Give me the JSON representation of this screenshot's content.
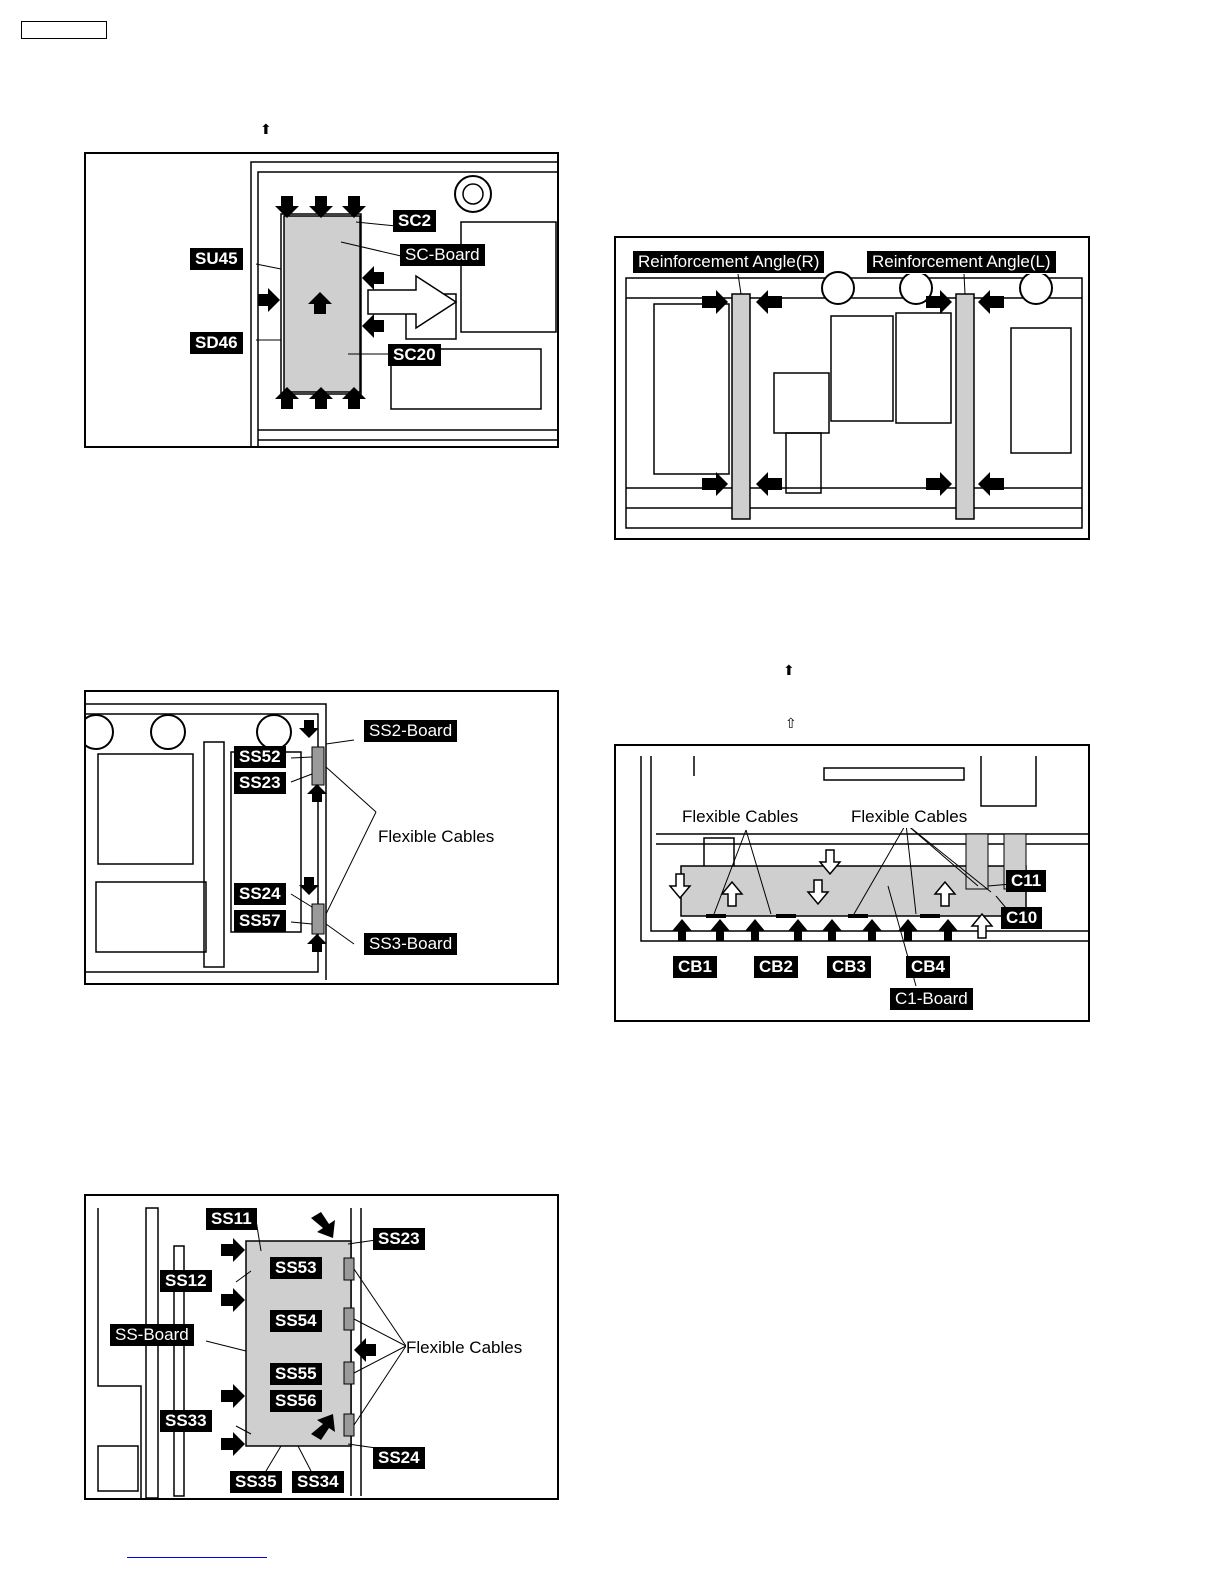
{
  "markers": {
    "filled_up_arrow": "⬆",
    "hollow_up_arrow": "⇧"
  },
  "fig1": {
    "labels": {
      "sc2": "SC2",
      "su45": "SU45",
      "sc_board": "SC-Board",
      "sd46": "SD46",
      "sc20": "SC20"
    }
  },
  "fig2": {
    "labels": {
      "ss52": "SS52",
      "ss23": "SS23",
      "ss24": "SS24",
      "ss57": "SS57",
      "ss2_board": "SS2-Board",
      "ss3_board": "SS3-Board",
      "flexible_cables": "Flexible Cables"
    }
  },
  "fig3": {
    "labels": {
      "ss11": "SS11",
      "ss23": "SS23",
      "ss12": "SS12",
      "ss53": "SS53",
      "ss54": "SS54",
      "ss_board": "SS-Board",
      "ss55": "SS55",
      "ss56": "SS56",
      "ss33": "SS33",
      "ss24": "SS24",
      "ss35": "SS35",
      "ss34": "SS34",
      "flexible_cables": "Flexible Cables"
    }
  },
  "fig4": {
    "labels": {
      "angle_r": "Reinforcement Angle(R)",
      "angle_l": "Reinforcement Angle(L)"
    }
  },
  "fig5": {
    "labels": {
      "flex_left": "Flexible Cables",
      "flex_right": "Flexible Cables",
      "c11": "C11",
      "c10": "C10",
      "cb1": "CB1",
      "cb2": "CB2",
      "cb3": "CB3",
      "cb4": "CB4",
      "c1_board": "C1-Board"
    }
  }
}
